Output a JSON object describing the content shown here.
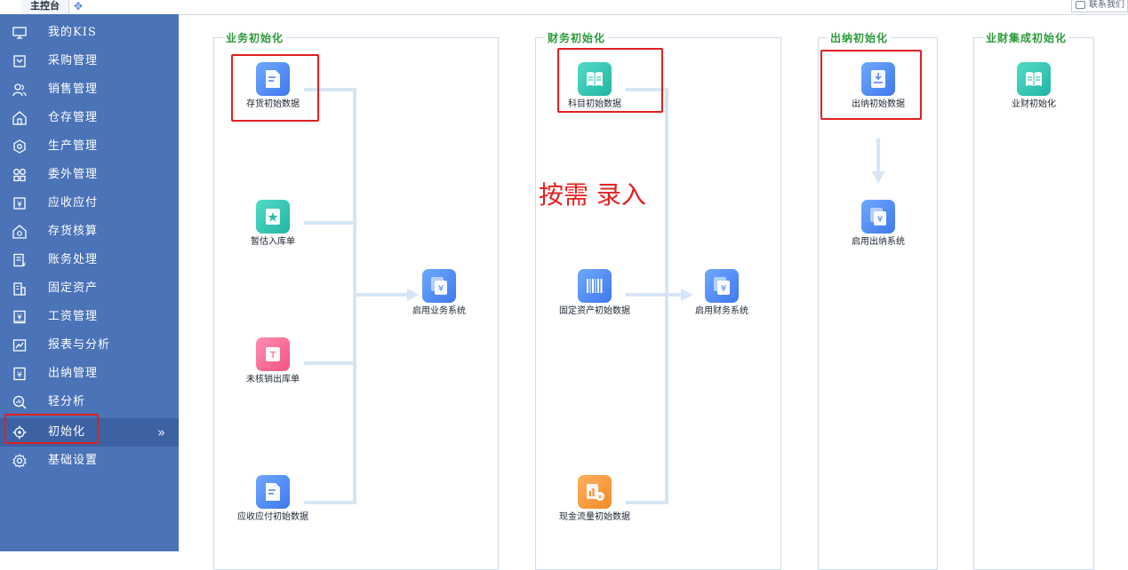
{
  "tabs": {
    "main_label": "主控台",
    "contact_label": "联系我们"
  },
  "sidebar": {
    "items": [
      {
        "label": "我的KIS",
        "icon": "monitor-icon"
      },
      {
        "label": "采购管理",
        "icon": "purchase-icon"
      },
      {
        "label": "销售管理",
        "icon": "users-icon"
      },
      {
        "label": "仓存管理",
        "icon": "warehouse-icon"
      },
      {
        "label": "生产管理",
        "icon": "production-icon"
      },
      {
        "label": "委外管理",
        "icon": "outsource-icon"
      },
      {
        "label": "应收应付",
        "icon": "receivable-icon"
      },
      {
        "label": "存货核算",
        "icon": "inventory-cost-icon"
      },
      {
        "label": "账务处理",
        "icon": "accounting-icon"
      },
      {
        "label": "固定资产",
        "icon": "building-icon"
      },
      {
        "label": "工资管理",
        "icon": "salary-icon"
      },
      {
        "label": "报表与分析",
        "icon": "chart-line-icon"
      },
      {
        "label": "出纳管理",
        "icon": "cashier-icon"
      },
      {
        "label": "轻分析",
        "icon": "search-chart-icon"
      },
      {
        "label": "初始化",
        "icon": "init-icon",
        "active": true
      },
      {
        "label": "基础设置",
        "icon": "gear-icon"
      }
    ],
    "expand_glyph": "»"
  },
  "panels": {
    "business": {
      "title": "业务初始化",
      "nodes": {
        "inventory_init": "存货初始数据",
        "estimated_receipt": "暂估入库单",
        "unverified_outbound": "未核销出库单",
        "ar_ap_init": "应收应付初始数据",
        "enable_business": "启用业务系统"
      }
    },
    "finance": {
      "title": "财务初始化",
      "nodes": {
        "account_init": "科目初始数据",
        "fixed_asset_init": "固定资产初始数据",
        "cashflow_init": "现金流量初始数据",
        "enable_finance": "启用财务系统"
      }
    },
    "cashier": {
      "title": "出纳初始化",
      "nodes": {
        "cashier_init": "出纳初始数据",
        "enable_cashier": "启用出纳系统"
      }
    },
    "integration": {
      "title": "业财集成初始化",
      "nodes": {
        "integration_init": "业财初始化"
      }
    }
  },
  "annotation": "按需 录入",
  "colors": {
    "sidebar": "#4a73b8",
    "title_green": "#2a9b3a",
    "highlight_red": "#e11f1f",
    "connector": "#d6e5f6"
  }
}
